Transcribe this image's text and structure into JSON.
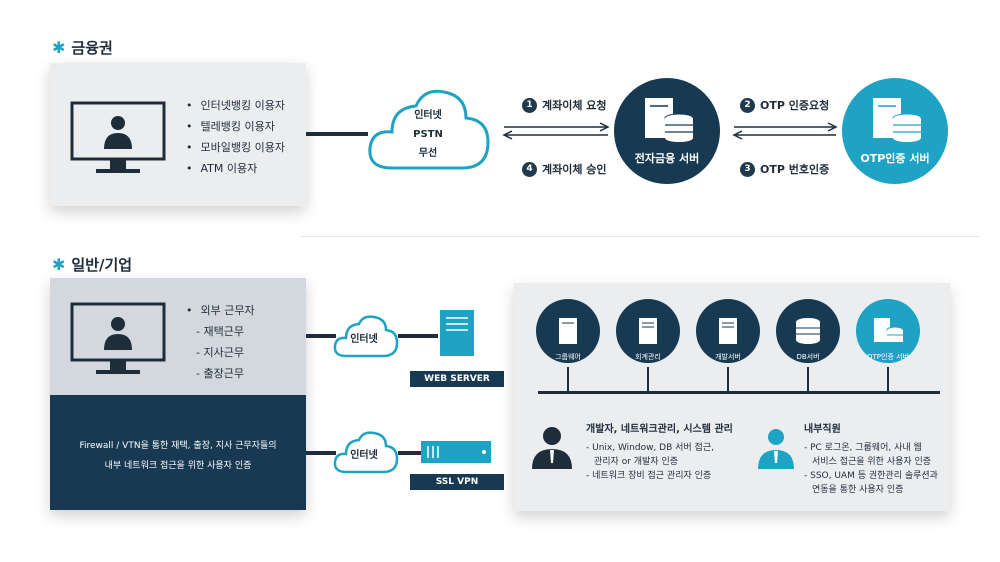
{
  "finance": {
    "title": "금융권",
    "users": [
      "인터넷뱅킹 이용자",
      "텔레뱅킹 이용자",
      "모바일뱅킹 이용자",
      "ATM  이용자"
    ],
    "cloud_lines": [
      "인터넷",
      "PSTN",
      "무선"
    ],
    "steps": [
      {
        "num": "1",
        "label": "계좌이체 요청"
      },
      {
        "num": "4",
        "label": "계좌이체 승인"
      },
      {
        "num": "2",
        "label": "OTP 인증요청"
      },
      {
        "num": "3",
        "label": "OTP 번호인증"
      }
    ],
    "server_label": "전자금융 서버",
    "otp_server_label": "OTP인증 서버"
  },
  "enterprise": {
    "title": "일반/기업",
    "users_head": "외부 근무자",
    "users_sub": [
      "- 재택근무",
      "- 지사근무",
      "- 출장근무"
    ],
    "dark_text_1": "Firewall / VTN을 통한 재택, 출장, 지사 근무자들의",
    "dark_text_2": "내부 네트워크 접근을 위한 사용자 인증",
    "cloud1": "인터넷",
    "cloud2": "인터넷",
    "web_server": "WEB SERVER",
    "ssl_vpn": "SSL VPN",
    "nodes": [
      "그룹웨어",
      "회계관리",
      "개발서버",
      "DB서버",
      "OTP인증 서버"
    ],
    "dev_head": "개발자, 네트워크관리, 시스템 관리",
    "dev_lines": [
      "- Unix, Window, DB 서버 접근,",
      "  관리자 or 개발자 인증",
      "- 네트워크 장비 접근 관리자 인증"
    ],
    "staff_head": "내부직원",
    "staff_lines": [
      "- PC 로그온, 그룹웨어, 사내 웹",
      "  서비스 접근을 위한 사용자 인증",
      "- SSO, UAM 등 권한관리 솔루션과",
      "  연동을 통한 사용자 인증"
    ]
  }
}
